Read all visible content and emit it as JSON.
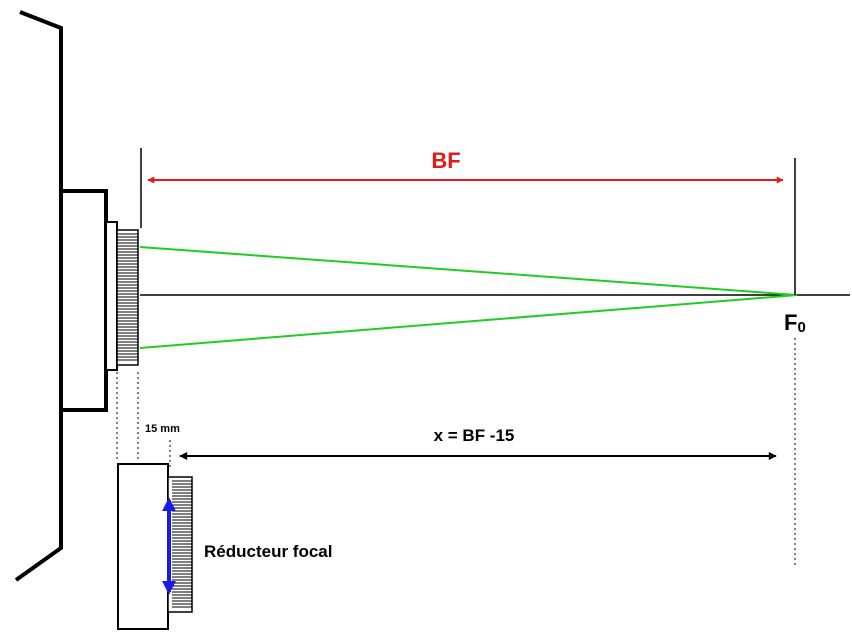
{
  "labels": {
    "back_focus": "BF",
    "focal_point_letter": "F",
    "focal_point_subscript": "0",
    "offset": "15 mm",
    "distance_formula": "x = BF -15",
    "reducer": "Réducteur focal"
  },
  "colors": {
    "bf_arrow": "#e31b1b",
    "light_rays": "#22cc22",
    "reducer_arrow": "#1a1ae6",
    "outline": "#000000"
  }
}
